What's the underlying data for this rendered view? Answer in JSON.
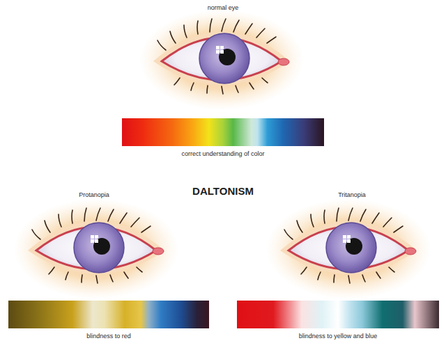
{
  "diagram": {
    "title": "DALTONISM",
    "nodes": [
      {
        "text": [
          "correct understanding of color"
        ]
      },
      {
        "text": [
          "blindness to red"
        ]
      },
      {
        "text": [
          "blindness to yellow and blue"
        ]
      }
    ],
    "labels": [
      "normal eye",
      "Protanopia",
      "Tritanopia"
    ]
  }
}
